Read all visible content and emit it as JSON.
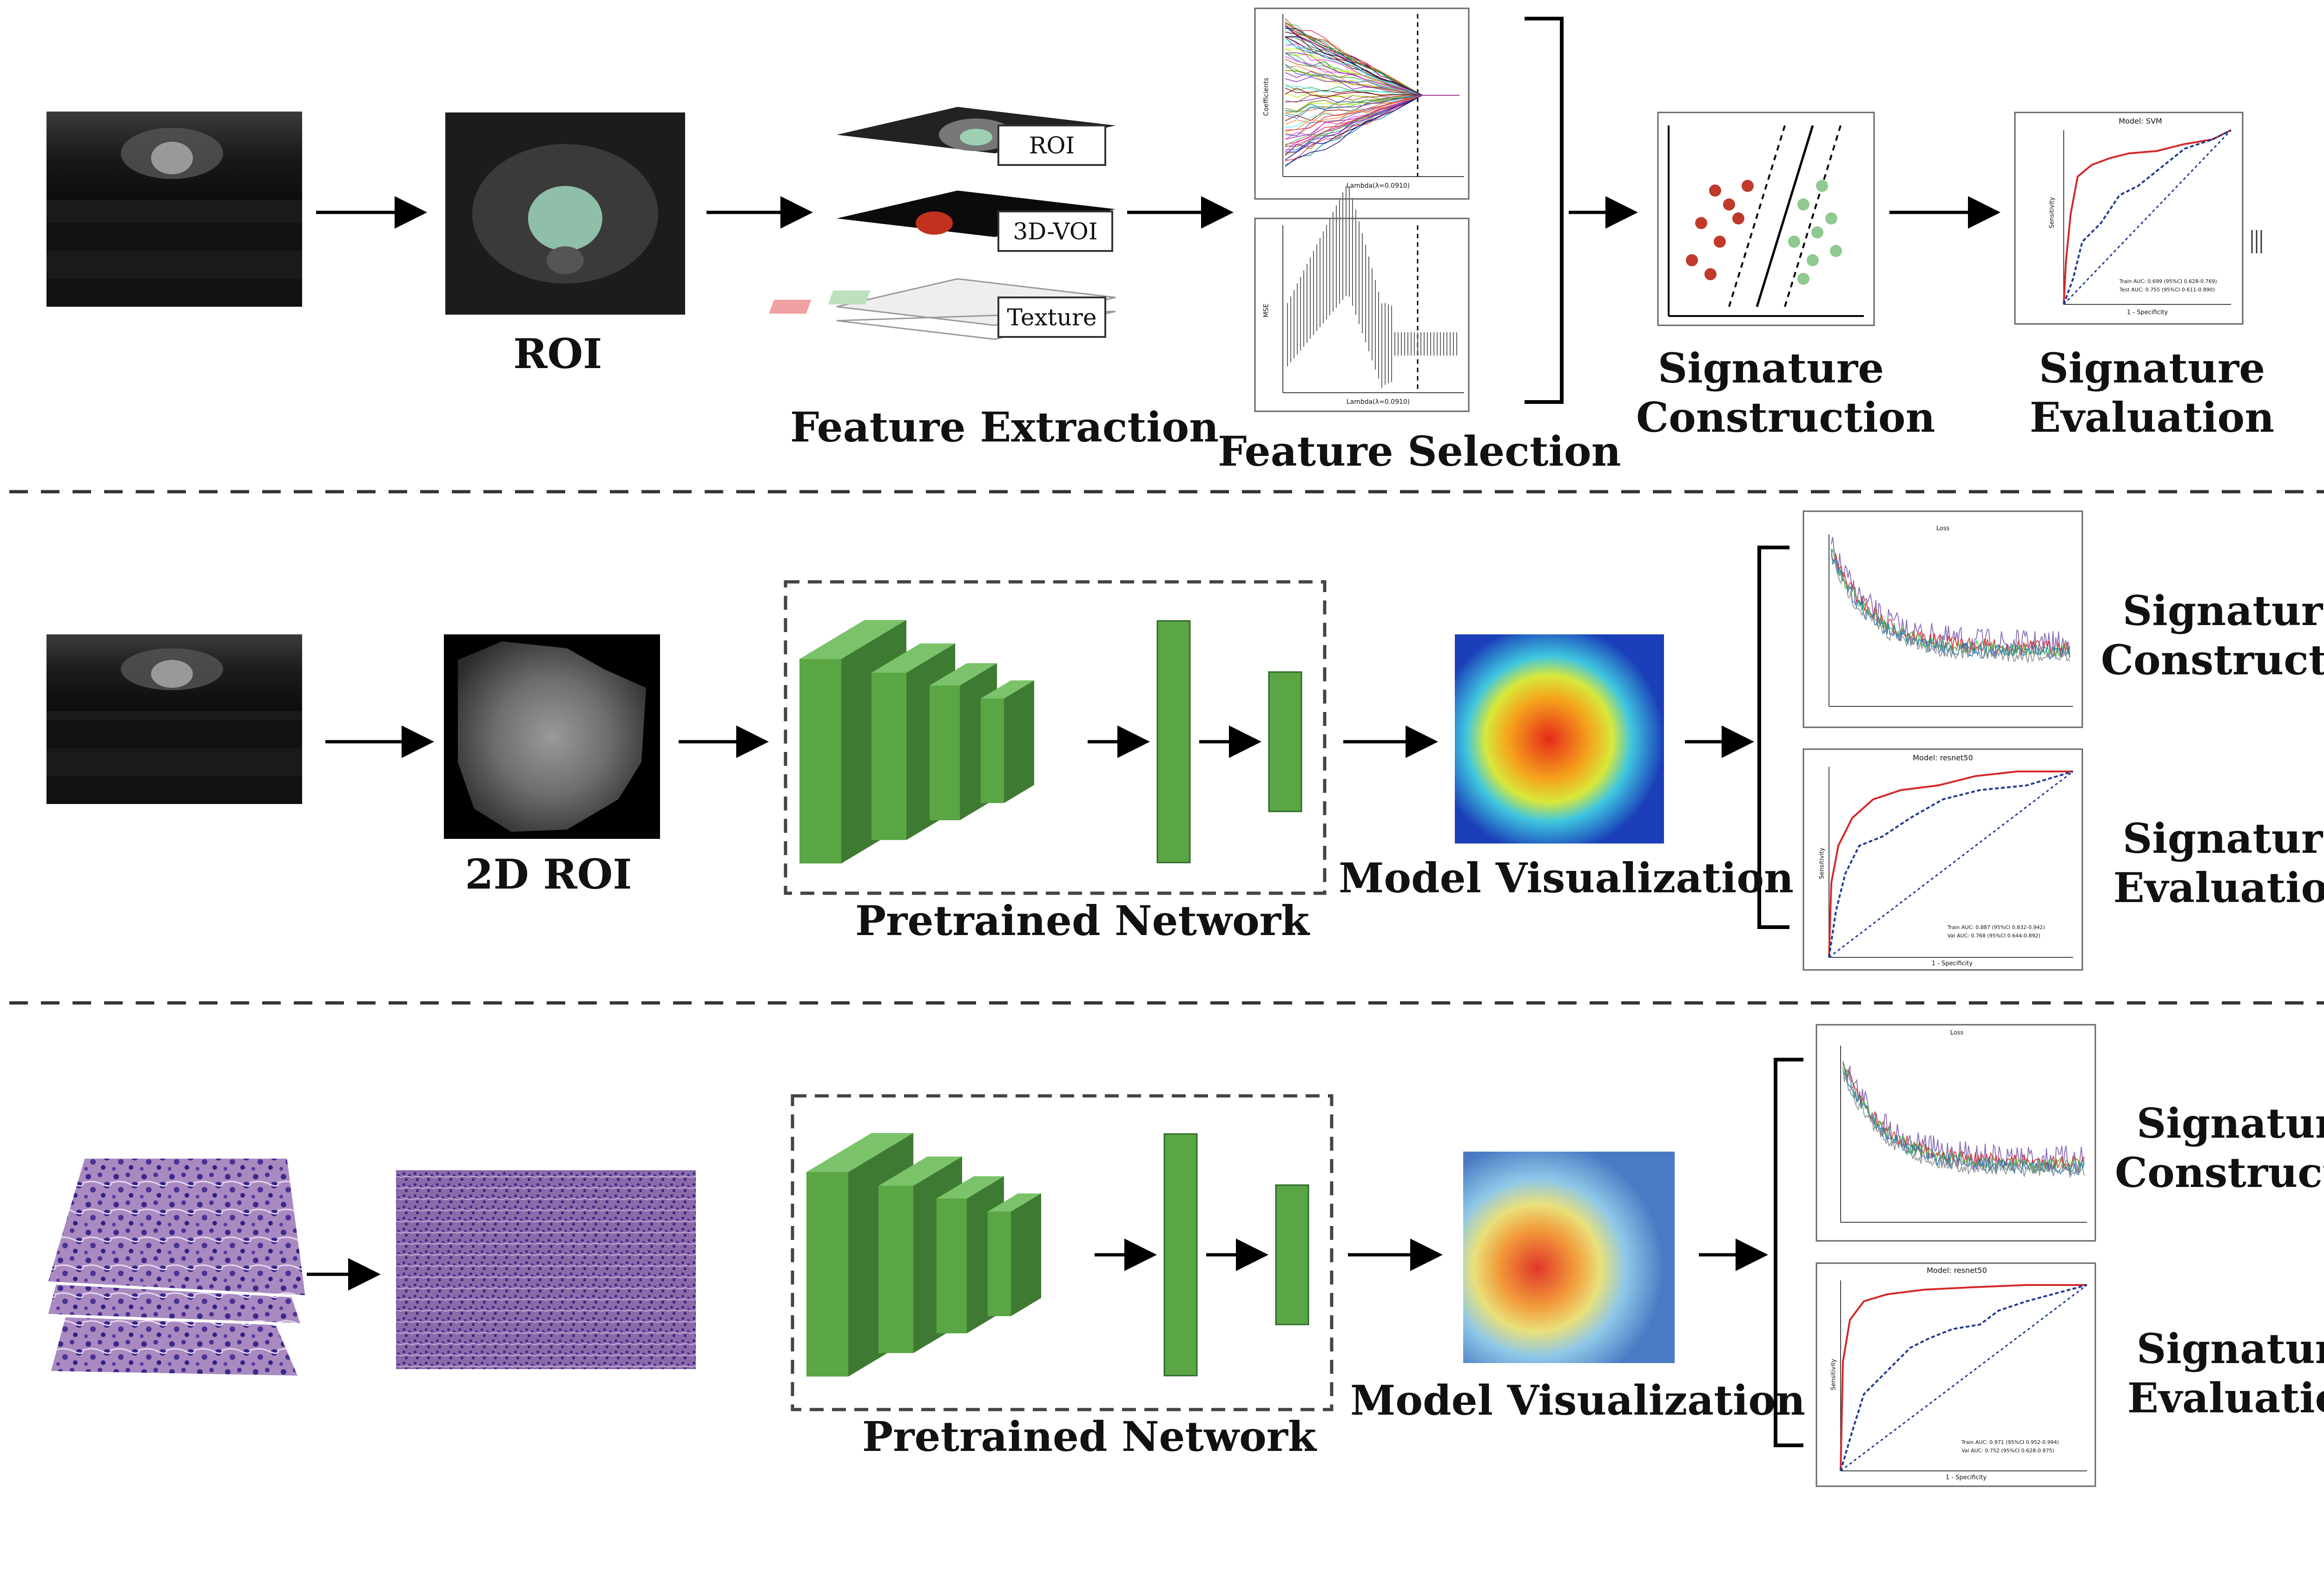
{
  "row1": {
    "roi_label": "ROI",
    "feature_extraction": {
      "label": "Feature Extraction",
      "tags": [
        "ROI",
        "3D-VOI",
        "Texture"
      ]
    },
    "feature_selection": {
      "label": "Feature Selection",
      "top_xlabel": "Lambda(λ=0.0910)",
      "bottom_xlabel": "Lambda(λ=0.0910)",
      "top_ylabel": "Coefficients",
      "bottom_ylabel": "MSE"
    },
    "signature_construction": [
      "Signature",
      "Construction"
    ],
    "signature_evaluation": {
      "label": [
        "Signature",
        "Evaluation"
      ],
      "plot_title": "Model: SVM",
      "xlabel": "1 - Specificity",
      "ylabel": "Sensitivity",
      "legend": [
        "Train AUC: 0.699 (95%CI 0.628-0.769)",
        "Test AUC: 0.755 (95%CI 0.611-0.890)"
      ]
    }
  },
  "row2": {
    "roi_label": "2D ROI",
    "network_label": "Pretrained Network",
    "visualization_label": "Model Visualization",
    "loss_title": "Loss",
    "roc_title": "Model: resnet50",
    "roc_xlabel": "1 - Specificity",
    "roc_ylabel": "Sensitivity",
    "roc_legend": [
      "Train AUC: 0.887 (95%CI 0.832-0.942)",
      "Val AUC: 0.768 (95%CI 0.644-0.892)"
    ],
    "signature_construction": [
      "Signature",
      "Construction"
    ],
    "signature_evaluation": [
      "Signature",
      "Evaluation"
    ]
  },
  "row3": {
    "network_label": "Pretrained Network",
    "visualization_label": "Model Visualization",
    "loss_title": "Loss",
    "roc_title": "Model: resnet50",
    "roc_xlabel": "1 - Specificity",
    "roc_ylabel": "Sensitivity",
    "roc_legend": [
      "Train AUC: 0.971 (95%CI 0.952-0.994)",
      "Val AUC: 0.752 (95%CI 0.628-0.875)"
    ],
    "signature_construction": [
      "Signature",
      "Construction"
    ],
    "signature_evaluation": [
      "Signature",
      "Evaluation"
    ]
  },
  "colors": {
    "network_green": "#5aa645",
    "network_dark": "#3f7a32",
    "arrow": "#000000",
    "divider": "#333333",
    "roc_train": "#d62728",
    "roc_test": "#1f3a93"
  }
}
